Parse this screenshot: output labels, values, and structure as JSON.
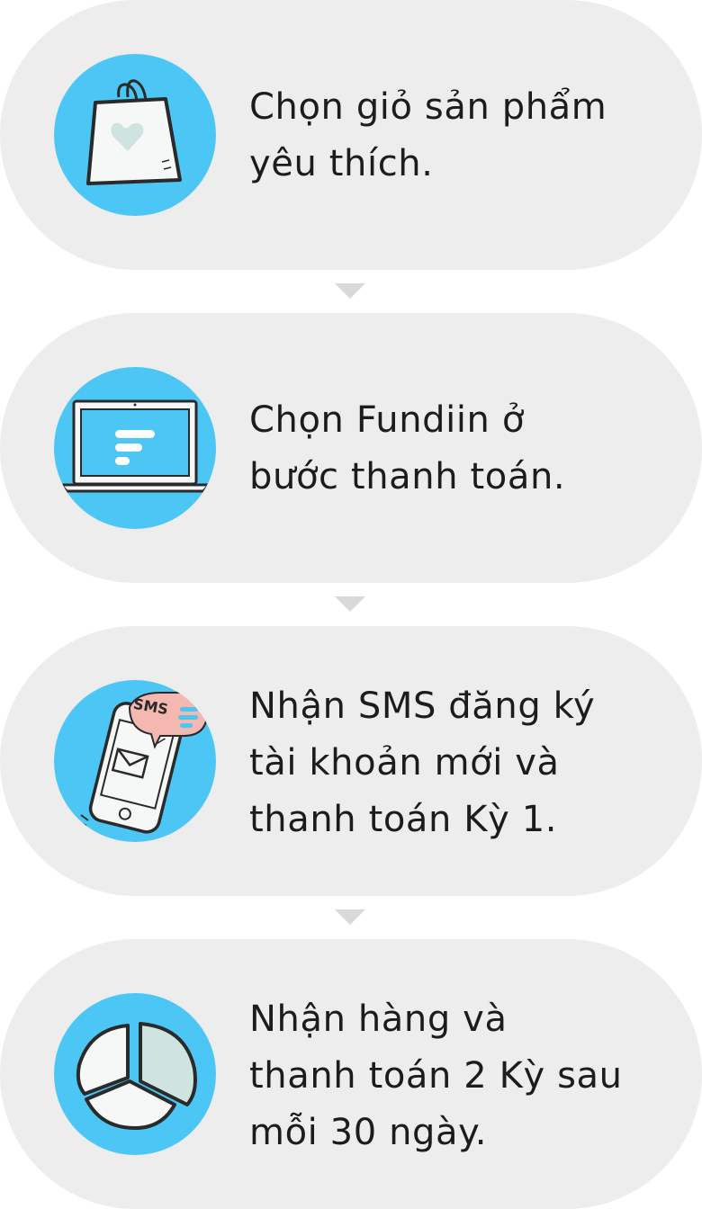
{
  "steps": [
    {
      "icon": "shopping-bag-icon",
      "text": "Chọn giỏ sản phẩm\nyêu thích."
    },
    {
      "icon": "laptop-icon",
      "text": "Chọn Fundiin ở\nbước thanh toán."
    },
    {
      "icon": "sms-phone-icon",
      "sms_label": "SMS",
      "text": "Nhận SMS đăng ký\ntài khoản mới và\nthanh toán Kỳ 1."
    },
    {
      "icon": "pie-chart-icon",
      "text": "Nhận hàng và\nthanh toán 2 Kỳ sau\nmỗi 30 ngày."
    }
  ],
  "colors": {
    "card_background": "#ededed",
    "icon_circle": "#4cc6f5",
    "arrow": "#d9d9d9",
    "text": "#1c1c1c",
    "accent_mint": "#cfe3df",
    "accent_pink": "#f4b8b0"
  }
}
